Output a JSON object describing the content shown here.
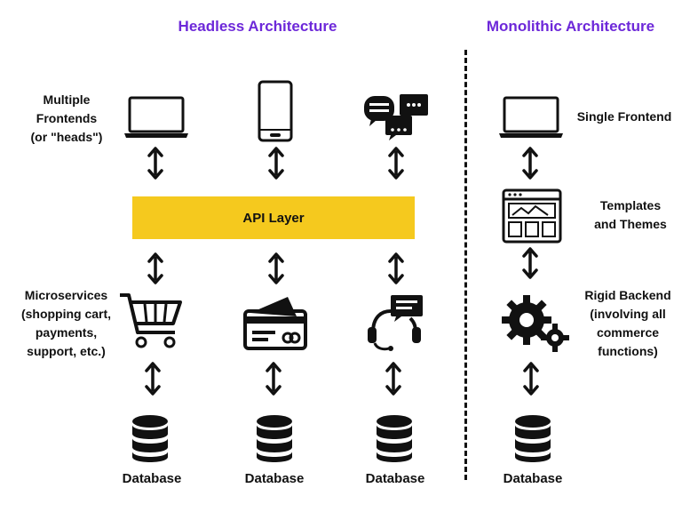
{
  "headings": {
    "headless": "Headless Architecture",
    "monolithic": "Monolithic Architecture"
  },
  "labels": {
    "frontends": "Multiple\nFrontends\n(or \"heads\")",
    "microservices": "Microservices\n(shopping cart,\npayments,\nsupport, etc.)",
    "single_frontend": "Single Frontend",
    "templates": "Templates\nand Themes",
    "backend": "Rigid Backend\n(involving all\ncommerce\nfunctions)"
  },
  "api_layer": {
    "label": "API Layer",
    "color": "#f5c91e"
  },
  "database_label": "Database",
  "databases": [
    "Database",
    "Database",
    "Database",
    "Database"
  ],
  "colors": {
    "heading": "#6d28d9",
    "icon": "#111111"
  },
  "icons": {
    "headless_frontends": [
      "laptop-icon",
      "smartphone-icon",
      "chat-bubbles-icon"
    ],
    "headless_services": [
      "shopping-cart-icon",
      "credit-card-icon",
      "support-headset-icon"
    ],
    "monolithic": [
      "laptop-icon",
      "template-window-icon",
      "gears-icon"
    ]
  }
}
